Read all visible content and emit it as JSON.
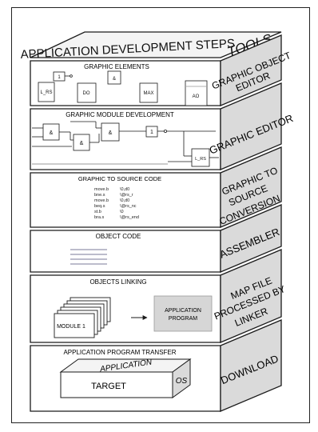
{
  "header": {
    "title": "APPLICATION  DEVELOPMENT STEPS",
    "tools": "TOOLS"
  },
  "layers": [
    {
      "label": "GRAPHIC ELEMENTS",
      "tool": [
        "GRAPHIC OBJECT",
        "EDITOR"
      ]
    },
    {
      "label": "GRAPHIC MODULE DEVELOPMENT",
      "tool": [
        "GRAPHIC EDITOR"
      ]
    },
    {
      "label": "GRAPHIC TO SOURCE CODE",
      "tool": [
        "GRAPHIC  TO",
        "SOURCE",
        "CONVERSION"
      ]
    },
    {
      "label": "OBJECT CODE",
      "tool": [
        "ASSEMBLER"
      ]
    },
    {
      "label": "OBJECTS LINKING",
      "tool": [
        "MAP FILE",
        "PROCESSED BY",
        "LINKER"
      ]
    },
    {
      "label": "APPLICATION PROGRAM TRANSFER",
      "tool": [
        "DOWNLOAD"
      ]
    }
  ],
  "graphic_elements": {
    "b1": "1",
    "b2": "&",
    "b3": "L_RS",
    "b4": "DO",
    "b5": "MAX",
    "b6": "AO"
  },
  "module_dev": {
    "g1": "&",
    "g2": "&",
    "g3": "&",
    "g4": "1",
    "g5": "L_RS"
  },
  "source_code": {
    "ops": [
      "move.b",
      "bne.s",
      "move.b",
      "beq.s",
      "st.b",
      "bra.s"
    ],
    "args": [
      "\\0,d0",
      "\\@rs_r",
      "\\0,d0",
      "\\@rs_nc",
      "\\0",
      "\\@rs_end"
    ]
  },
  "linking": {
    "module": "MODULE 1",
    "program": [
      "APPLICATION",
      "PROGRAM"
    ]
  },
  "download": {
    "application": "APPLICATION",
    "target": "TARGET",
    "os": "OS"
  },
  "colors": {
    "front": "#ffffff",
    "side": "#dadada",
    "top": "#f4f4f4",
    "line": "#1a1a1a",
    "panel": "#d6d6d6"
  }
}
